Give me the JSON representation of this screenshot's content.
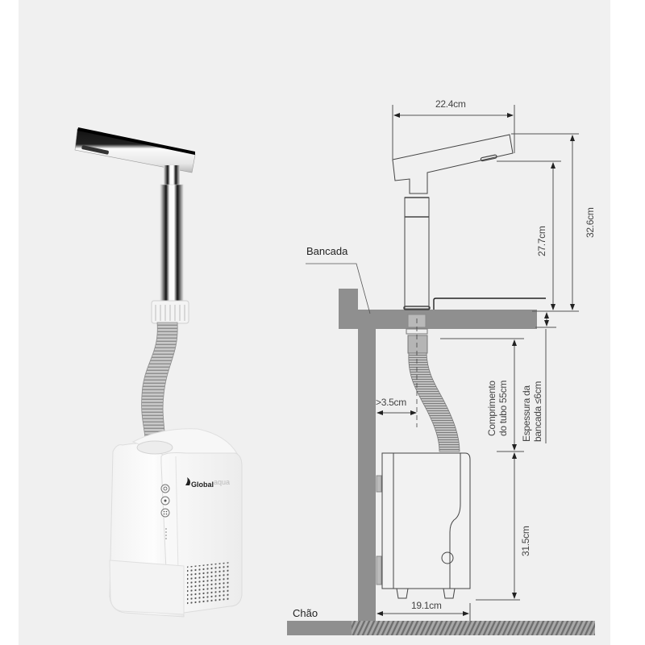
{
  "product_render": {
    "brand_name": "Global",
    "brand_suffix": "aqua",
    "control_buttons": [
      "power-button",
      "mode-button",
      "temperature-button"
    ],
    "indicator_leds": 4
  },
  "installation_diagram": {
    "labels": {
      "countertop": "Bancada",
      "floor": "Chão"
    },
    "dimensions": {
      "faucet_width": "22.4cm",
      "faucet_total_height": "32.6cm",
      "spout_height": "27.7cm",
      "hose_length_line1": "Comprimento",
      "hose_length_line2": "do tubo 55cm",
      "counter_thickness_line1": "Espessura da",
      "counter_thickness_line2": "bancada ≤6cm",
      "wall_clearance": ">3.5cm",
      "heater_height": "31.5cm",
      "heater_depth": "19.1cm"
    }
  },
  "colors": {
    "background": "#f0f0f0",
    "structure_gray": "#8f8f8f",
    "line": "#555555",
    "hose": "#b5b5b5",
    "unit_white": "#fbfbfb"
  }
}
